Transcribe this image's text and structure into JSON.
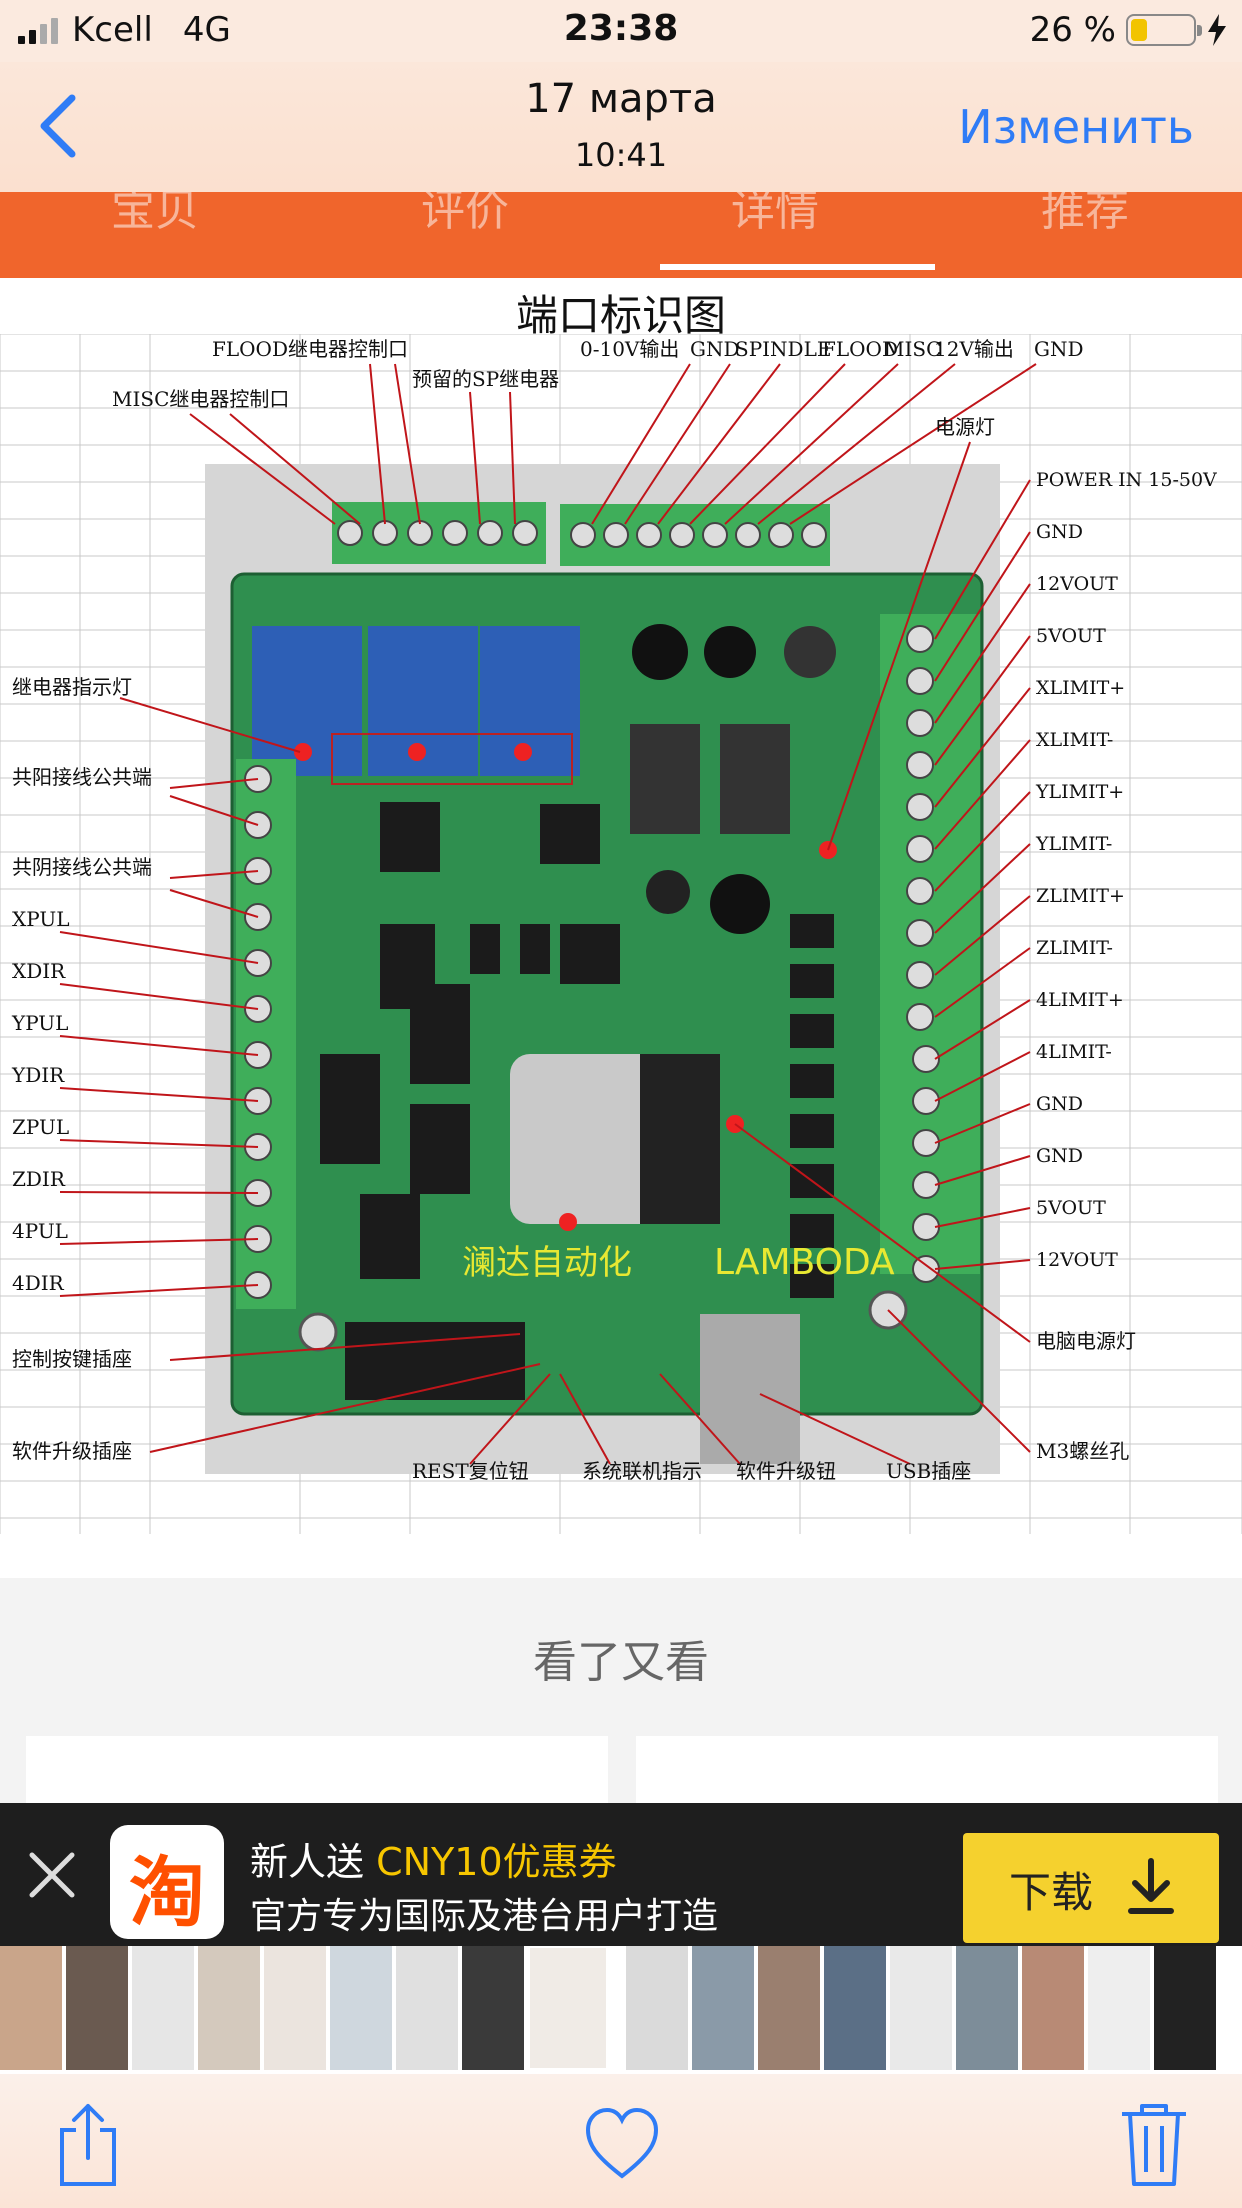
{
  "status_bar": {
    "carrier": "Kcell",
    "network": "4G",
    "time": "23:38",
    "battery_percent": "26 %",
    "battery_level": 0.26
  },
  "nav": {
    "title": "17 марта",
    "subtitle": "10:41",
    "edit_label": "Изменить"
  },
  "tabs": {
    "items": [
      "宝贝",
      "评价",
      "详情",
      "推荐"
    ],
    "active": "详情"
  },
  "diagram": {
    "heading": "端口标识图",
    "top_labels": [
      "FLOOD继电器控制口",
      "预留的SP继电器",
      "MISC继电器控制口",
      "0-10V输出",
      "GND",
      "SPINDLE",
      "FLOOD",
      "MISC",
      "12V输出",
      "GND"
    ],
    "power_led_label": "电源灯",
    "right_labels": [
      "POWER IN 15-50V",
      "GND",
      "12VOUT",
      "5VOUT",
      "XLIMIT+",
      "XLIMIT-",
      "YLIMIT+",
      "YLIMIT-",
      "ZLIMIT+",
      "ZLIMIT-",
      "4LIMIT+",
      "4LIMIT-",
      "GND",
      "GND",
      "5VOUT",
      "12VOUT"
    ],
    "left_labels": [
      "继电器指示灯",
      "共阳接线公共端",
      "共阴接线公共端",
      "XPUL",
      "XDIR",
      "YPUL",
      "YDIR",
      "ZPUL",
      "ZDIR",
      "4PUL",
      "4DIR"
    ],
    "control_socket_label": "控制按键插座",
    "software_upgrade_socket_label": "软件升级插座",
    "pc_power_led_label": "电脑电源灯",
    "screw_hole_label": "M3螺丝孔",
    "bottom_labels": [
      "REST复位钮",
      "系统联机指示",
      "软件升级钮",
      "USB插座"
    ],
    "board_brand_cn": "澜达自动化",
    "board_brand_en": "LAMBODA"
  },
  "also_viewed": {
    "title": "看了又看"
  },
  "banner": {
    "logo_char": "淘",
    "line1_prefix": "新人送 ",
    "line1_highlight": "CNY10优惠券",
    "line2": "官方专为国际及港台用户打造",
    "download_label": "下载"
  },
  "icons": {
    "back": "chevron-left-icon",
    "share": "share-icon",
    "favorite": "heart-icon",
    "delete": "trash-icon",
    "close": "close-icon",
    "download": "download-icon"
  },
  "colors": {
    "accent_blue": "#2f7cf6",
    "tab_orange": "#f0652c",
    "taobao_orange": "#ff5000",
    "download_yellow": "#f5d12e",
    "banner_highlight": "#f7c600",
    "pcb_green": "#2f8f4f",
    "terminal_green": "#3fae5a"
  }
}
